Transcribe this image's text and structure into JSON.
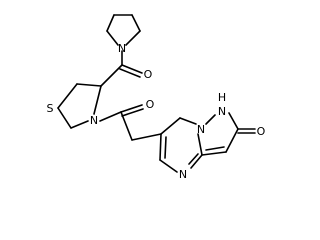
{
  "diagram": {
    "type": "chemical-structure",
    "background_color": "#ffffff",
    "bond_color": "#000000",
    "atom_label_color": "#000000",
    "atoms": {
      "n_pyrrolidine": "N",
      "o_amide": "O",
      "s_thiazolidine": "S",
      "n_thiazolidine": "N",
      "o_acyl": "O",
      "n_bridge": "N",
      "nh_pyrazole": "H",
      "o_oxo": "O",
      "n_pyrimidine": "N"
    }
  }
}
